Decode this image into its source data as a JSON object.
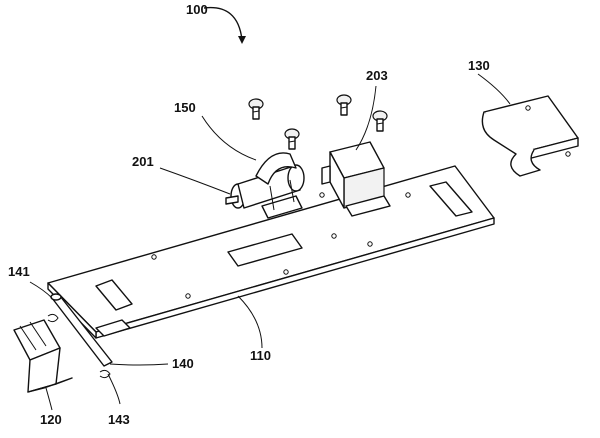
{
  "labels": {
    "assembly": "100",
    "plate": "110",
    "clip_left": "120",
    "cover_right": "130",
    "rod": "140",
    "rod_end_top": "141",
    "rod_end_bottom": "143",
    "bracket": "150",
    "motor": "201",
    "box": "203"
  }
}
